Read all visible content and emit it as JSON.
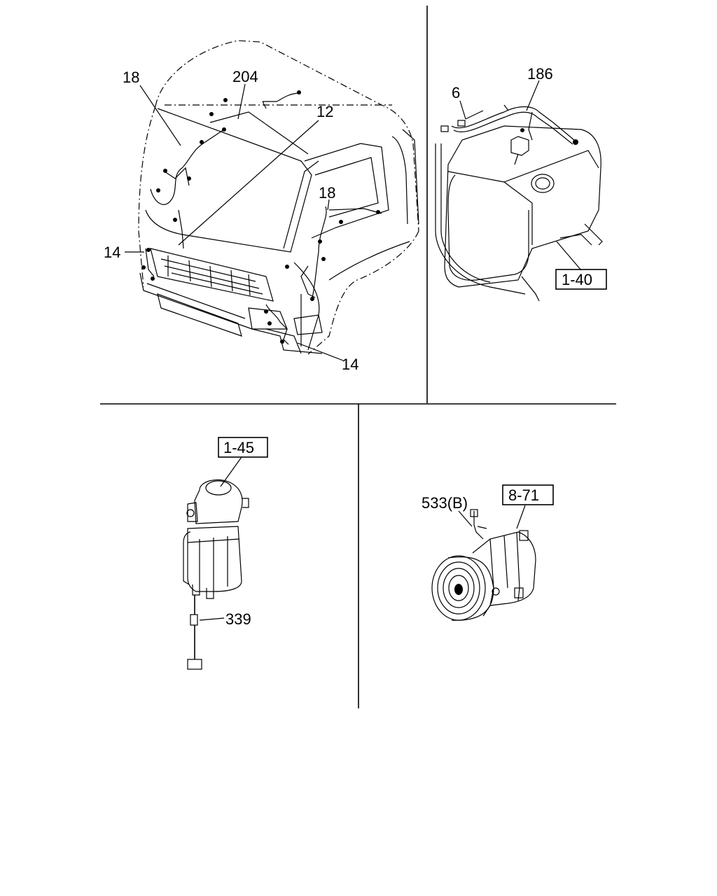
{
  "labels": {
    "cab_harness_18_left": "18",
    "cab_harness_204": "204",
    "cab_harness_12": "12",
    "cab_harness_18_right": "18",
    "cab_harness_14_left": "14",
    "cab_harness_14_right": "14",
    "tank_6": "6",
    "tank_186": "186",
    "tank_ref": "1-40",
    "filter_ref": "1-45",
    "filter_339": "339",
    "compressor_533": "533(B)",
    "compressor_ref": "8-71"
  }
}
